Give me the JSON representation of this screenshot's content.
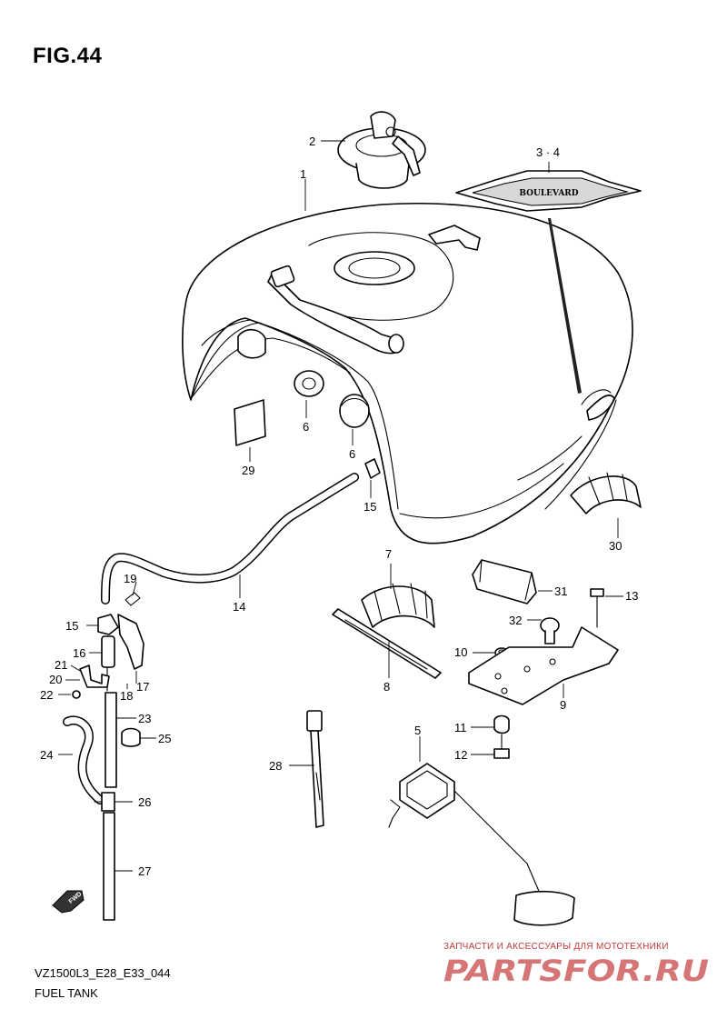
{
  "figure": {
    "title": "FIG.44",
    "code": "VZ1500L3_E28_E33_044",
    "name": "FUEL TANK"
  },
  "callouts": {
    "c1": "1",
    "c2": "2",
    "c3_4": "3 · 4",
    "c5": "5",
    "c6a": "6",
    "c6b": "6",
    "c7": "7",
    "c8": "8",
    "c9": "9",
    "c10": "10",
    "c11": "11",
    "c12": "12",
    "c13": "13",
    "c14": "14",
    "c15a": "15",
    "c15b": "15",
    "c16": "16",
    "c17": "17",
    "c18": "18",
    "c19": "19",
    "c20": "20",
    "c21": "21",
    "c22": "22",
    "c23": "23",
    "c24": "24",
    "c25": "25",
    "c26": "26",
    "c27": "27",
    "c28": "28",
    "c29": "29",
    "c30": "30",
    "c31": "31",
    "c32": "32"
  },
  "emblem_text": "BOULEVARD",
  "fwd_text": "FWD",
  "watermark": {
    "tagline": "ЗАПЧАСТИ И АКСЕССУАРЫ ДЛЯ МОТОТЕХНИКИ",
    "logo_text": "PARTSFOR.RU",
    "color": "#c43b3b"
  }
}
